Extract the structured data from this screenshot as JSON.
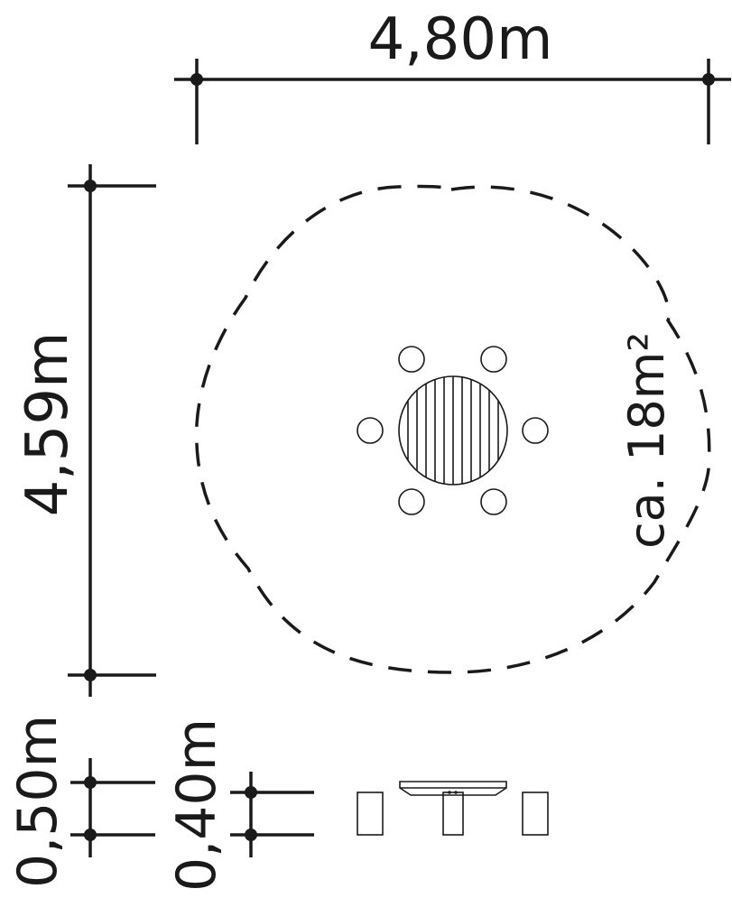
{
  "dimensions": {
    "width": "4,80m",
    "depth": "4,59m",
    "area": "ca. 18m²",
    "bench_height": "0,40m",
    "table_height": "0,50m"
  },
  "colors": {
    "ink": "#1a1a1a",
    "background": "#ffffff"
  }
}
